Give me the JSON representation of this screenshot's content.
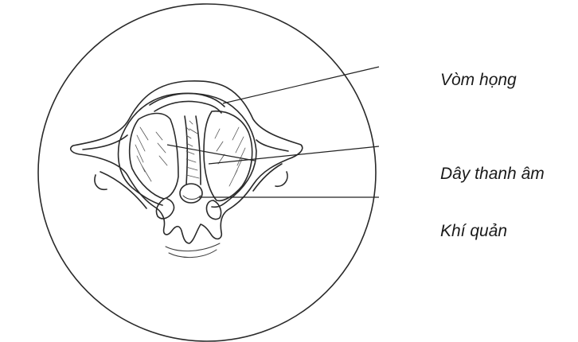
{
  "labels": [
    {
      "text": "Vòm họng"
    },
    {
      "text": "Dây thanh âm"
    },
    {
      "text": "Khí quản"
    }
  ],
  "colors": {
    "ink": "#2a2a2a",
    "background": "#ffffff"
  }
}
